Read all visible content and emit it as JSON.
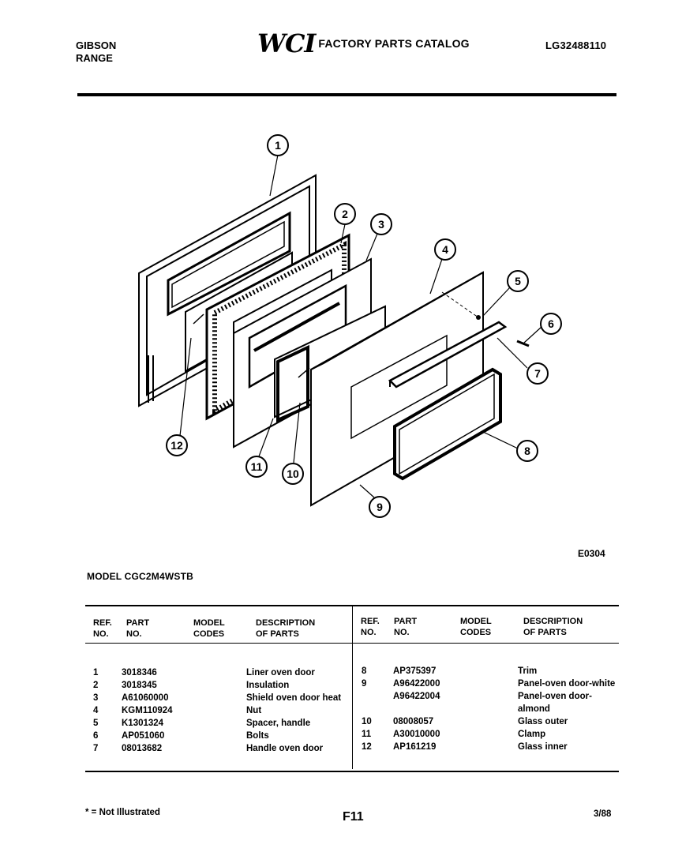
{
  "header": {
    "brand_line1": "GIBSON",
    "brand_line2": "RANGE",
    "logo_text": "WCI",
    "catalog_title": "FACTORY PARTS CATALOG",
    "catalog_number": "LG32488110"
  },
  "diagram": {
    "callouts": [
      "1",
      "2",
      "3",
      "4",
      "5",
      "6",
      "7",
      "8",
      "9",
      "10",
      "11",
      "12"
    ],
    "figure_code": "E0304"
  },
  "model_line": "MODEL CGC2M4WSTB",
  "table": {
    "left_headers": {
      "ref": [
        "REF.",
        "NO."
      ],
      "part": [
        "PART",
        "NO."
      ],
      "model": [
        "MODEL",
        "CODES"
      ],
      "desc": [
        "DESCRIPTION",
        "OF PARTS"
      ]
    },
    "right_headers": {
      "ref": [
        "REF.",
        "NO."
      ],
      "part": [
        "PART",
        "NO."
      ],
      "model": [
        "MODEL",
        "CODES"
      ],
      "desc": [
        "DESCRIPTION",
        "OF PARTS"
      ]
    },
    "left_rows": [
      {
        "ref": "1",
        "part": "3018346",
        "desc": "Liner oven door"
      },
      {
        "ref": "2",
        "part": "3018345",
        "desc": "Insulation"
      },
      {
        "ref": "3",
        "part": "A61060000",
        "desc": "Shield oven door heat"
      },
      {
        "ref": "4",
        "part": "KGM110924",
        "desc": "Nut"
      },
      {
        "ref": "5",
        "part": "K1301324",
        "desc": "Spacer, handle"
      },
      {
        "ref": "6",
        "part": "AP051060",
        "desc": "Bolts"
      },
      {
        "ref": "7",
        "part": "08013682",
        "desc": "Handle oven door"
      }
    ],
    "right_rows": [
      {
        "ref": "8",
        "part": "AP375397",
        "desc": "Trim"
      },
      {
        "ref": "9",
        "part": "A96422000",
        "desc": "Panel-oven door-white"
      },
      {
        "ref": "",
        "part": "A96422004",
        "desc": "Panel-oven door-"
      },
      {
        "ref": "",
        "part": "",
        "desc": "almond"
      },
      {
        "ref": "10",
        "part": "08008057",
        "desc": "Glass outer"
      },
      {
        "ref": "11",
        "part": "A30010000",
        "desc": "Clamp"
      },
      {
        "ref": "12",
        "part": "AP161219",
        "desc": "Glass inner"
      }
    ]
  },
  "footer": {
    "not_illustrated": "* = Not Illustrated",
    "page": "F11",
    "date": "3/88"
  }
}
